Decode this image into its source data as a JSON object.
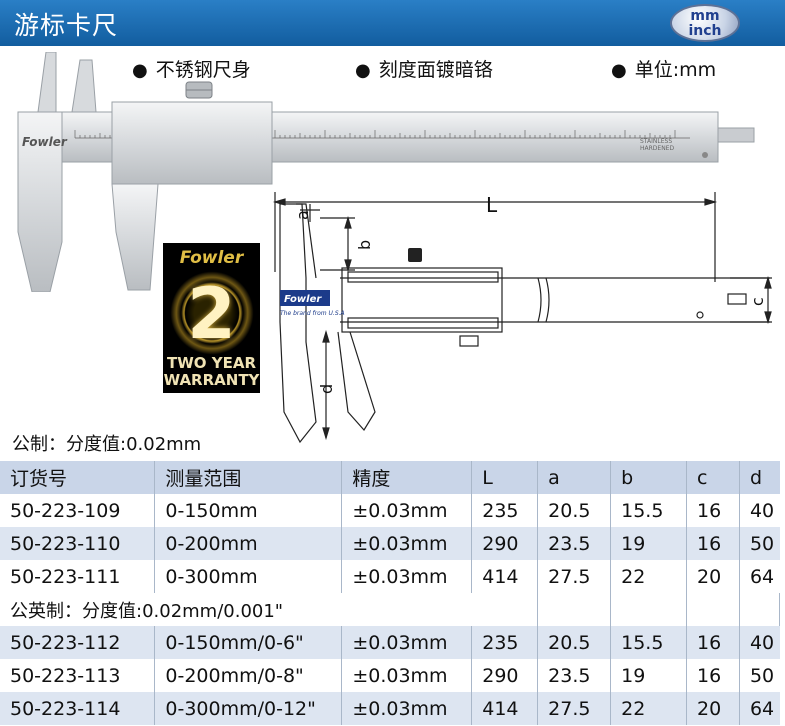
{
  "header": {
    "title": "游标卡尺"
  },
  "unit_badge": {
    "top": "mm",
    "bottom": "inch"
  },
  "features": [
    "不锈钢尺身",
    "刻度面镀暗铬",
    "单位:mm"
  ],
  "warranty": {
    "brand": "Fowler",
    "number": "2",
    "line1": "TWO YEAR",
    "line2": "WARRANTY"
  },
  "ruler": {
    "brand": "Fowler",
    "stamp1": "STAINLESS",
    "stamp2": "HARDENED",
    "drawing_badge": "Fowler",
    "drawing_sub": "The brand from U.S.A"
  },
  "dims": {
    "L": "L",
    "a": "a",
    "b": "b",
    "c": "c",
    "d": "d"
  },
  "section_metric": "公制：分度值:0.02mm",
  "section_imperial": "公英制：分度值:0.02mm/0.001\"",
  "table": {
    "headers": [
      "订货号",
      "测量范围",
      "精度",
      "L",
      "a",
      "b",
      "c",
      "d"
    ],
    "metric_rows": [
      [
        "50-223-109",
        "0-150mm",
        "±0.03mm",
        "235",
        "20.5",
        "15.5",
        "16",
        "40"
      ],
      [
        "50-223-110",
        "0-200mm",
        "±0.03mm",
        "290",
        "23.5",
        "19",
        "16",
        "50"
      ],
      [
        "50-223-111",
        "0-300mm",
        "±0.03mm",
        "414",
        "27.5",
        "22",
        "20",
        "64"
      ]
    ],
    "imperial_rows": [
      [
        "50-223-112",
        "0-150mm/0-6\"",
        "±0.03mm",
        "235",
        "20.5",
        "15.5",
        "16",
        "40"
      ],
      [
        "50-223-113",
        "0-200mm/0-8\"",
        "±0.03mm",
        "290",
        "23.5",
        "19",
        "16",
        "50"
      ],
      [
        "50-223-114",
        "0-300mm/0-12\"",
        "±0.03mm",
        "414",
        "27.5",
        "22",
        "20",
        "64"
      ]
    ]
  }
}
